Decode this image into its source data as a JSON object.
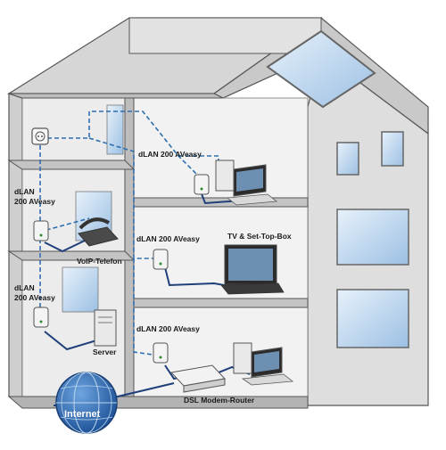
{
  "labels": {
    "dlan_top": "dLAN 200 AVeasy",
    "dlan_mid_left_line1": "dLAN",
    "dlan_mid_left_line2": "200 AVeasy",
    "dlan_mid_center": "dLAN 200 AVeasy",
    "tv": "TV & Set-Top-Box",
    "voip": "VoIP-Telefon",
    "dlan_low_left_line1": "dLAN",
    "dlan_low_left_line2": "200 AVeasy",
    "dlan_bottom": "dLAN 200 AVeasy",
    "server": "Server",
    "router": "DSL Modem-Router",
    "internet": "Internet"
  },
  "colors": {
    "wall": "#e6e6e6",
    "wall_dark": "#cfcfcf",
    "roof": "#d9d9d9",
    "outline": "#555555",
    "window_sky": "#bcd6ee",
    "powerline": "#2e6fb0",
    "cable": "#1f3f7a",
    "globe": "#1f5fae"
  },
  "icons": [
    "power-socket-icon",
    "computer-icon",
    "tv-icon",
    "telephone-icon",
    "server-icon",
    "router-icon",
    "globe-icon",
    "powerline-adapter-icon"
  ]
}
